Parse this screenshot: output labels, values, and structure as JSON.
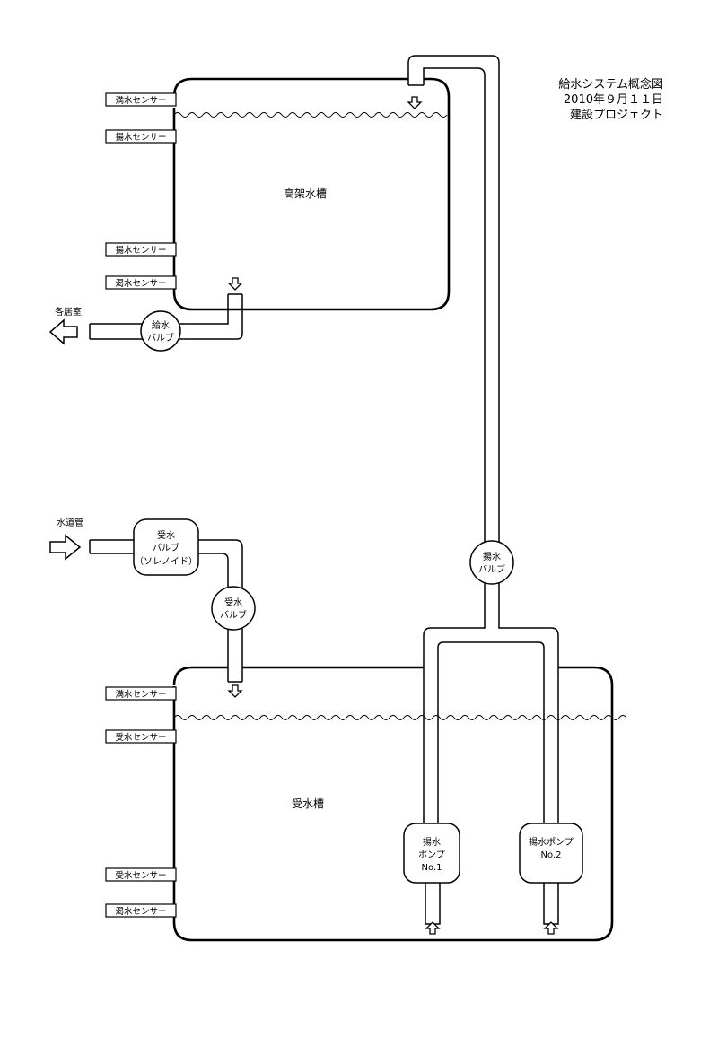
{
  "title": {
    "line1": "給水システム概念図",
    "line2": "2010年９月１１日",
    "line3": "建設プロジェクト"
  },
  "upper_tank": {
    "label": "高架水槽",
    "sensors": [
      "満水センサー",
      "揚水センサー",
      "揚水センサー",
      "渇水センサー"
    ]
  },
  "lower_tank": {
    "label": "受水槽",
    "sensors": [
      "満水センサー",
      "受水センサー",
      "受水センサー",
      "渇水センサー"
    ]
  },
  "outlet_label": "各居室",
  "inlet_label": "水道管",
  "valves": {
    "supply": [
      "給水",
      "バルブ"
    ],
    "receive_solenoid": [
      "受水",
      "バルブ",
      "（ソレノイド）"
    ],
    "receive": [
      "受水",
      "バルブ"
    ],
    "pump_valve": [
      "揚水",
      "バルブ"
    ]
  },
  "pumps": {
    "pump1": [
      "揚水",
      "ポンプ",
      "No.1"
    ],
    "pump2": [
      "揚水ポンプ",
      "No.2"
    ]
  }
}
